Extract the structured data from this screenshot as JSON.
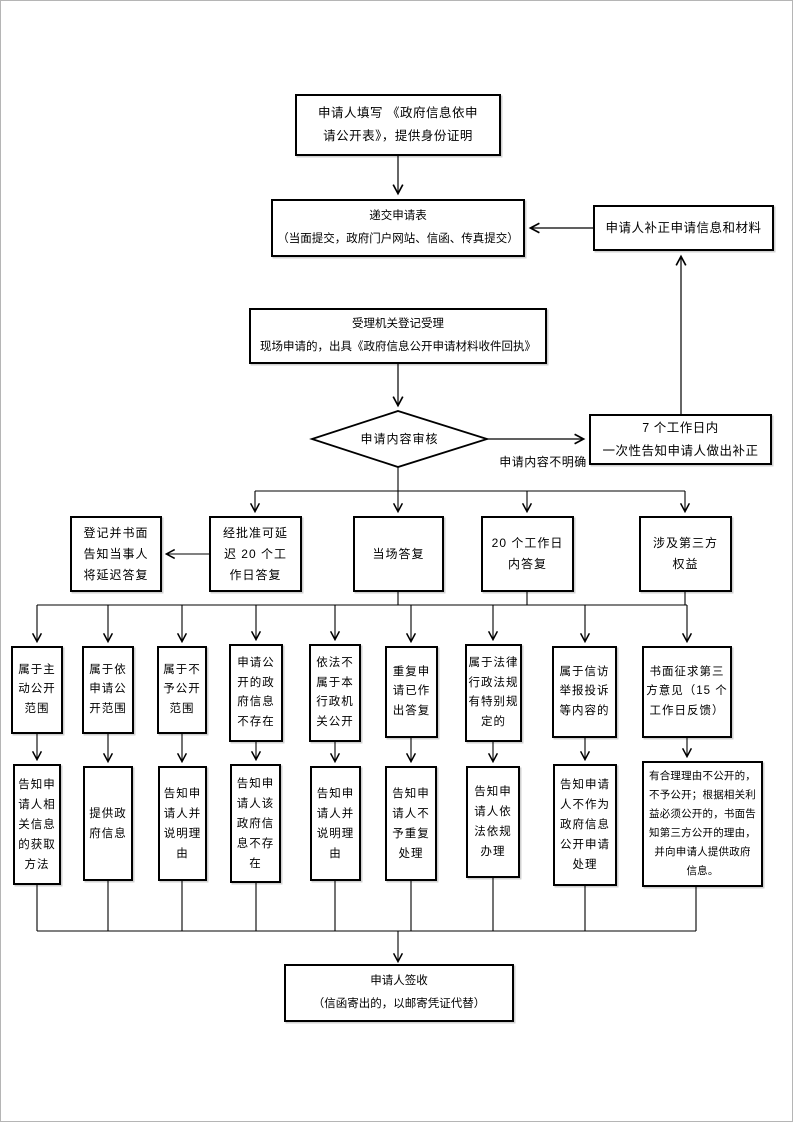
{
  "page": {
    "background": "#ffffff",
    "border_color": "#b5b5b5",
    "line_color": "#000000",
    "text_color": "#000000"
  },
  "nodes": {
    "fill_form": "申请人填写 《政府信息依申\n请公开表》，提供身份证明",
    "submit_form": "递交申请表\n（当面提交，政府门户网站、信函、传真提交）",
    "supplement": "申请人补正申请信息和材料",
    "register": "受理机关登记受理\n现场申请的，出具《政府信息公开申请材料收件回执》",
    "review": "申请内容审核",
    "seven_days": "7 个工作日内\n一次性告知申请人做出补正",
    "delay_notice": "登记并书面\n告知当事人\n将延迟答复",
    "approved_delay": "经批准可延\n迟 20 个工\n作日答复",
    "onsite_reply": "当场答复",
    "twenty_days": "20 个工作日\n内答复",
    "third_party": "涉及第三方\n权益",
    "c1": "属于主\n动公开\n范围",
    "c2": "属于依\n申请公\n开范围",
    "c3": "属于不\n予公开\n范围",
    "c4": "申请公\n开的政\n府信息\n不存在",
    "c5": "依法不\n属于本\n行政机\n关公开",
    "c6": "重复申\n请已作\n出答复",
    "c7": "属于法律\n行政法规\n有特别规\n定的",
    "c8": "属于信访\n举报投诉\n等内容的",
    "c9": "书面征求第三\n方意见（15 个\n工作日反馈）",
    "a1": "告知申\n请人相\n关信息\n的获取\n方法",
    "a2": "提供政\n府信息",
    "a3": "告知申\n请人并\n说明理\n由",
    "a4": "告知申\n请人该\n政府信\n息不存\n在",
    "a5": "告知申\n请人并\n说明理\n由",
    "a6": "告知申\n请人不\n予重复\n处理",
    "a7": "告知申\n请人依\n法依规\n办理",
    "a8": "告知申请\n人不作为\n政府信息\n公开申请\n处理",
    "a9": "有合理理由不公开的，\n不予公开；根据相关利\n益必须公开的，书面告\n知第三方公开的理由，\n并向申请人提供政府\n信息。",
    "sign": "申请人签收\n（信函寄出的，以邮寄凭证代替）"
  },
  "edge_labels": {
    "unclear": "申请内容不明确"
  }
}
